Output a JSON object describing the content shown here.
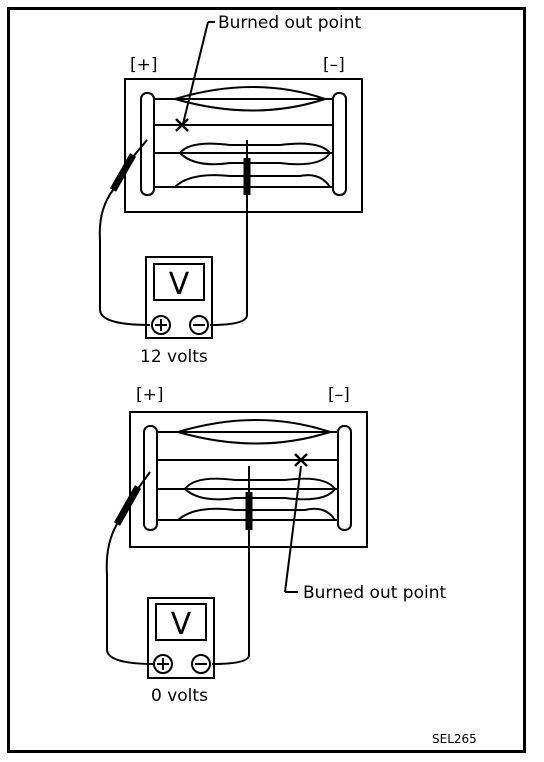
{
  "top_diagram": {
    "burned_out_label": "Burned out point",
    "plus_label": "[+]",
    "minus_label": "[–]",
    "meter_symbol": "V",
    "reading": "12 volts"
  },
  "bottom_diagram": {
    "burned_out_label": "Burned out point",
    "plus_label": "[+]",
    "minus_label": "[–]",
    "meter_symbol": "V",
    "reading": "0 volts"
  },
  "figure_code": "SEL265",
  "colors": {
    "ink": "#000000",
    "paper": "#ffffff"
  }
}
